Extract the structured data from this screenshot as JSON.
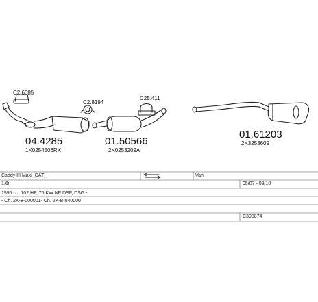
{
  "parts": [
    {
      "number": "04.4285",
      "oem": "1K0254506RX",
      "clamp": "C2.6085"
    },
    {
      "number": "01.50566",
      "oem": "2K0253209A",
      "clamp": "C2.8194"
    },
    {
      "number": "01.61203",
      "oem": "2K3253609",
      "clamp": "C25.411"
    }
  ],
  "table": {
    "model": "Caddy III Maxi [CAT]",
    "body": "Van",
    "engine": "1.6i",
    "years": "05/07 - 09/10",
    "spec": "1595 cc, 102 HP, 75 KW NF DSF, DSG -",
    "chassis": "- Ch. 2K-8-000001- Ch. 2K-B-040000",
    "code": "C390874"
  },
  "colors": {
    "line": "#222222",
    "grid": "#888888"
  },
  "icons": [
    "wheel-drive-icon"
  ]
}
